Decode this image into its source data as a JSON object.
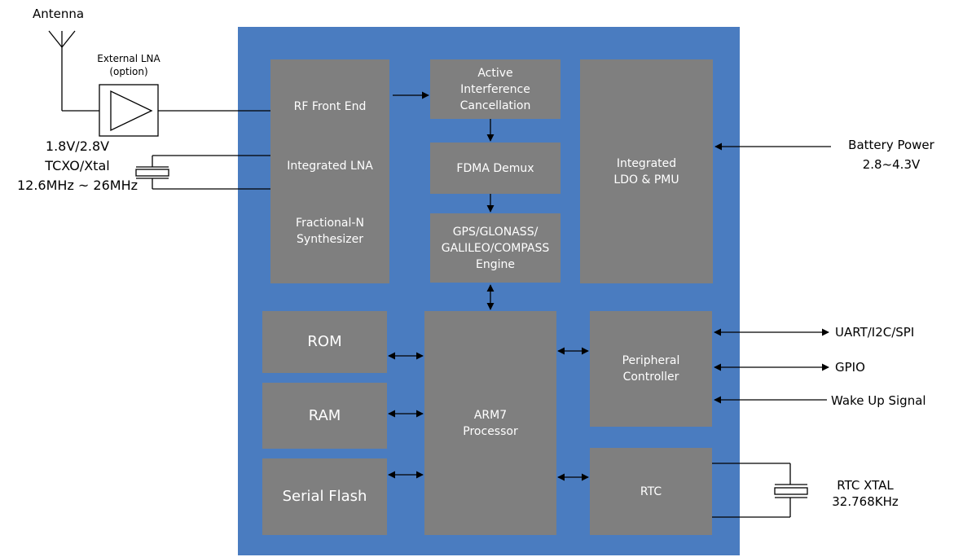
{
  "external": {
    "antenna": "Antenna",
    "lna_line1": "External LNA",
    "lna_line2": "(option)",
    "tcxo_line1": "1.8V/2.8V",
    "tcxo_line2": "TCXO/Xtal",
    "tcxo_line3": "12.6MHz ~ 26MHz",
    "battery_line1": "Battery Power",
    "battery_line2": "2.8~4.3V",
    "uart": "UART/I2C/SPI",
    "gpio": "GPIO",
    "wake": "Wake Up Signal",
    "rtc_xtal_line1": "RTC XTAL",
    "rtc_xtal_line2": "32.768KHz"
  },
  "rf": {
    "front_end": "RF Front End",
    "integrated_lna": "Integrated LNA",
    "synth_line1": "Fractional-N",
    "synth_line2": "Synthesizer"
  },
  "blocks": {
    "aic_line1": "Active",
    "aic_line2": "Interference",
    "aic_line3": "Cancellation",
    "fdma": "FDMA Demux",
    "engine_line1": "GPS/GLONASS/",
    "engine_line2": "GALILEO/COMPASS",
    "engine_line3": "Engine",
    "ldo_line1": "Integrated",
    "ldo_line2": "LDO & PMU",
    "rom": "ROM",
    "ram": "RAM",
    "flash": "Serial Flash",
    "arm_line1": "ARM7",
    "arm_line2": "Processor",
    "periph_line1": "Peripheral",
    "periph_line2": "Controller",
    "rtc": "RTC"
  },
  "colors": {
    "chip_background": "#4a7cc0",
    "block_fill": "#7f7f7f",
    "block_text": "#ffffff",
    "line": "#000000"
  }
}
